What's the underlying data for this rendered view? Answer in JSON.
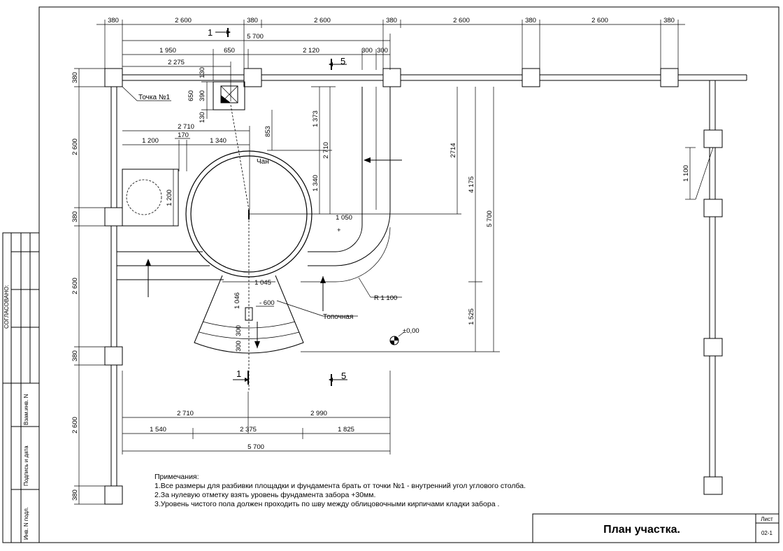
{
  "title_block": {
    "title": "План участка.",
    "sheet_label": "Лист",
    "sheet_number": "02-1"
  },
  "side_stamp": {
    "approved": "СОГЛАСОВАНО:",
    "replaced_inv": "Взам.инв. N",
    "sign_date": "Подпись и дата",
    "inv_no": "Инв. N подл."
  },
  "labels": {
    "point1": "Точка №1",
    "chan": "Чан",
    "topochnaya": "Топочная",
    "radius": "R 1 100",
    "zero_mark": "±0,00",
    "depth_mark": "- 600",
    "section1_top": "1",
    "section1_bottom": "1",
    "section5_top": "5",
    "section5_bottom": "5"
  },
  "dimensions": {
    "top": [
      "380",
      "2 600",
      "380",
      "2 600",
      "380",
      "2 600",
      "380",
      "2 600",
      "380"
    ],
    "top_5700": "5 700",
    "row2": [
      "1 950",
      "650",
      "2 120",
      "300",
      "300"
    ],
    "row3": "2 275",
    "left": [
      "380",
      "2 600",
      "380",
      "2 600",
      "380",
      "2 600",
      "380"
    ],
    "dim_2710_top": "2 710",
    "dim_170": "170",
    "dim_1200": "1 200",
    "dim_1340": "1 340",
    "dim_1200_v": "1 200",
    "dim_650": "650",
    "dim_390": "390",
    "dim_130a": "130",
    "dim_130b": "130",
    "dim_853": "853",
    "dim_1373": "1 373",
    "dim_2710_v": "2 710",
    "dim_1340_v": "1 340",
    "dim_2714": "2714",
    "dim_1050": "1 050",
    "dim_4175": "4 175",
    "dim_5700_v": "5 700",
    "dim_1525": "1 525",
    "dim_1045": "1 045",
    "dim_1046": "1 046",
    "dim_300a": "300",
    "dim_300b": "300",
    "dim_1100": "1 100",
    "bottom_row1": [
      "2 710",
      "2 990"
    ],
    "bottom_row2": [
      "1 540",
      "2 375",
      "1 825"
    ],
    "bottom_5700": "5 700"
  },
  "notes": {
    "heading": "Примечания:",
    "items": [
      "1.Все размеры для  разбивки площадки и фундамента брать от точки №1 - внутренний  угол углового столба.",
      "2.За нулевую отметку взять уровень фундамента забора  +30мм.",
      "3.Уровень чистого пола должен проходить по шву между облицовочными кирпичами кладки забора ."
    ]
  }
}
